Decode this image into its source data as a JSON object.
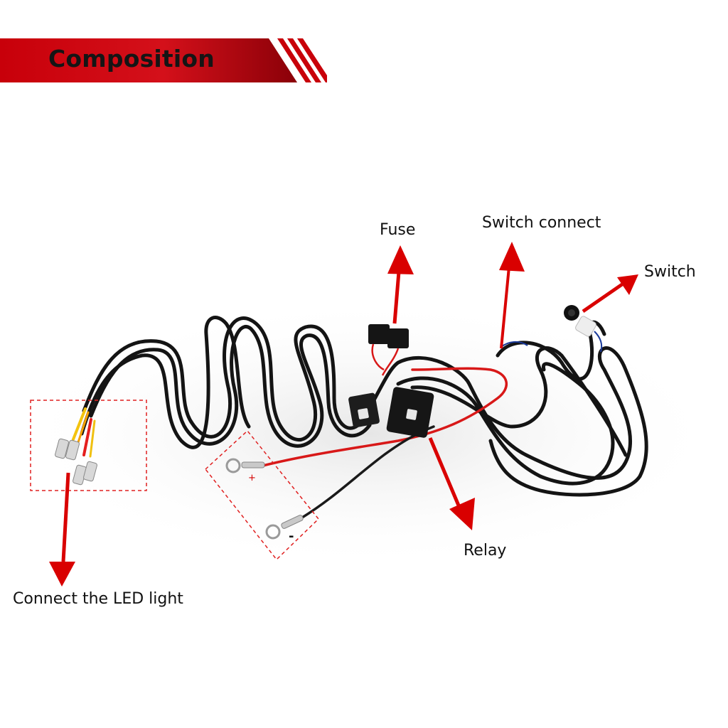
{
  "banner": {
    "title": "Composition"
  },
  "labels": {
    "fuse": "Fuse",
    "switch_connect": "Switch connect",
    "switch": "Switch",
    "relay": "Relay",
    "led": "Connect the LED light"
  },
  "polarity": {
    "positive": "+",
    "negative": "-"
  },
  "colors": {
    "accent": "#d90000",
    "banner_dark": "#8a0008",
    "wire_black": "#141414",
    "wire_red": "#d81818",
    "dashed_box": "#e02020"
  }
}
